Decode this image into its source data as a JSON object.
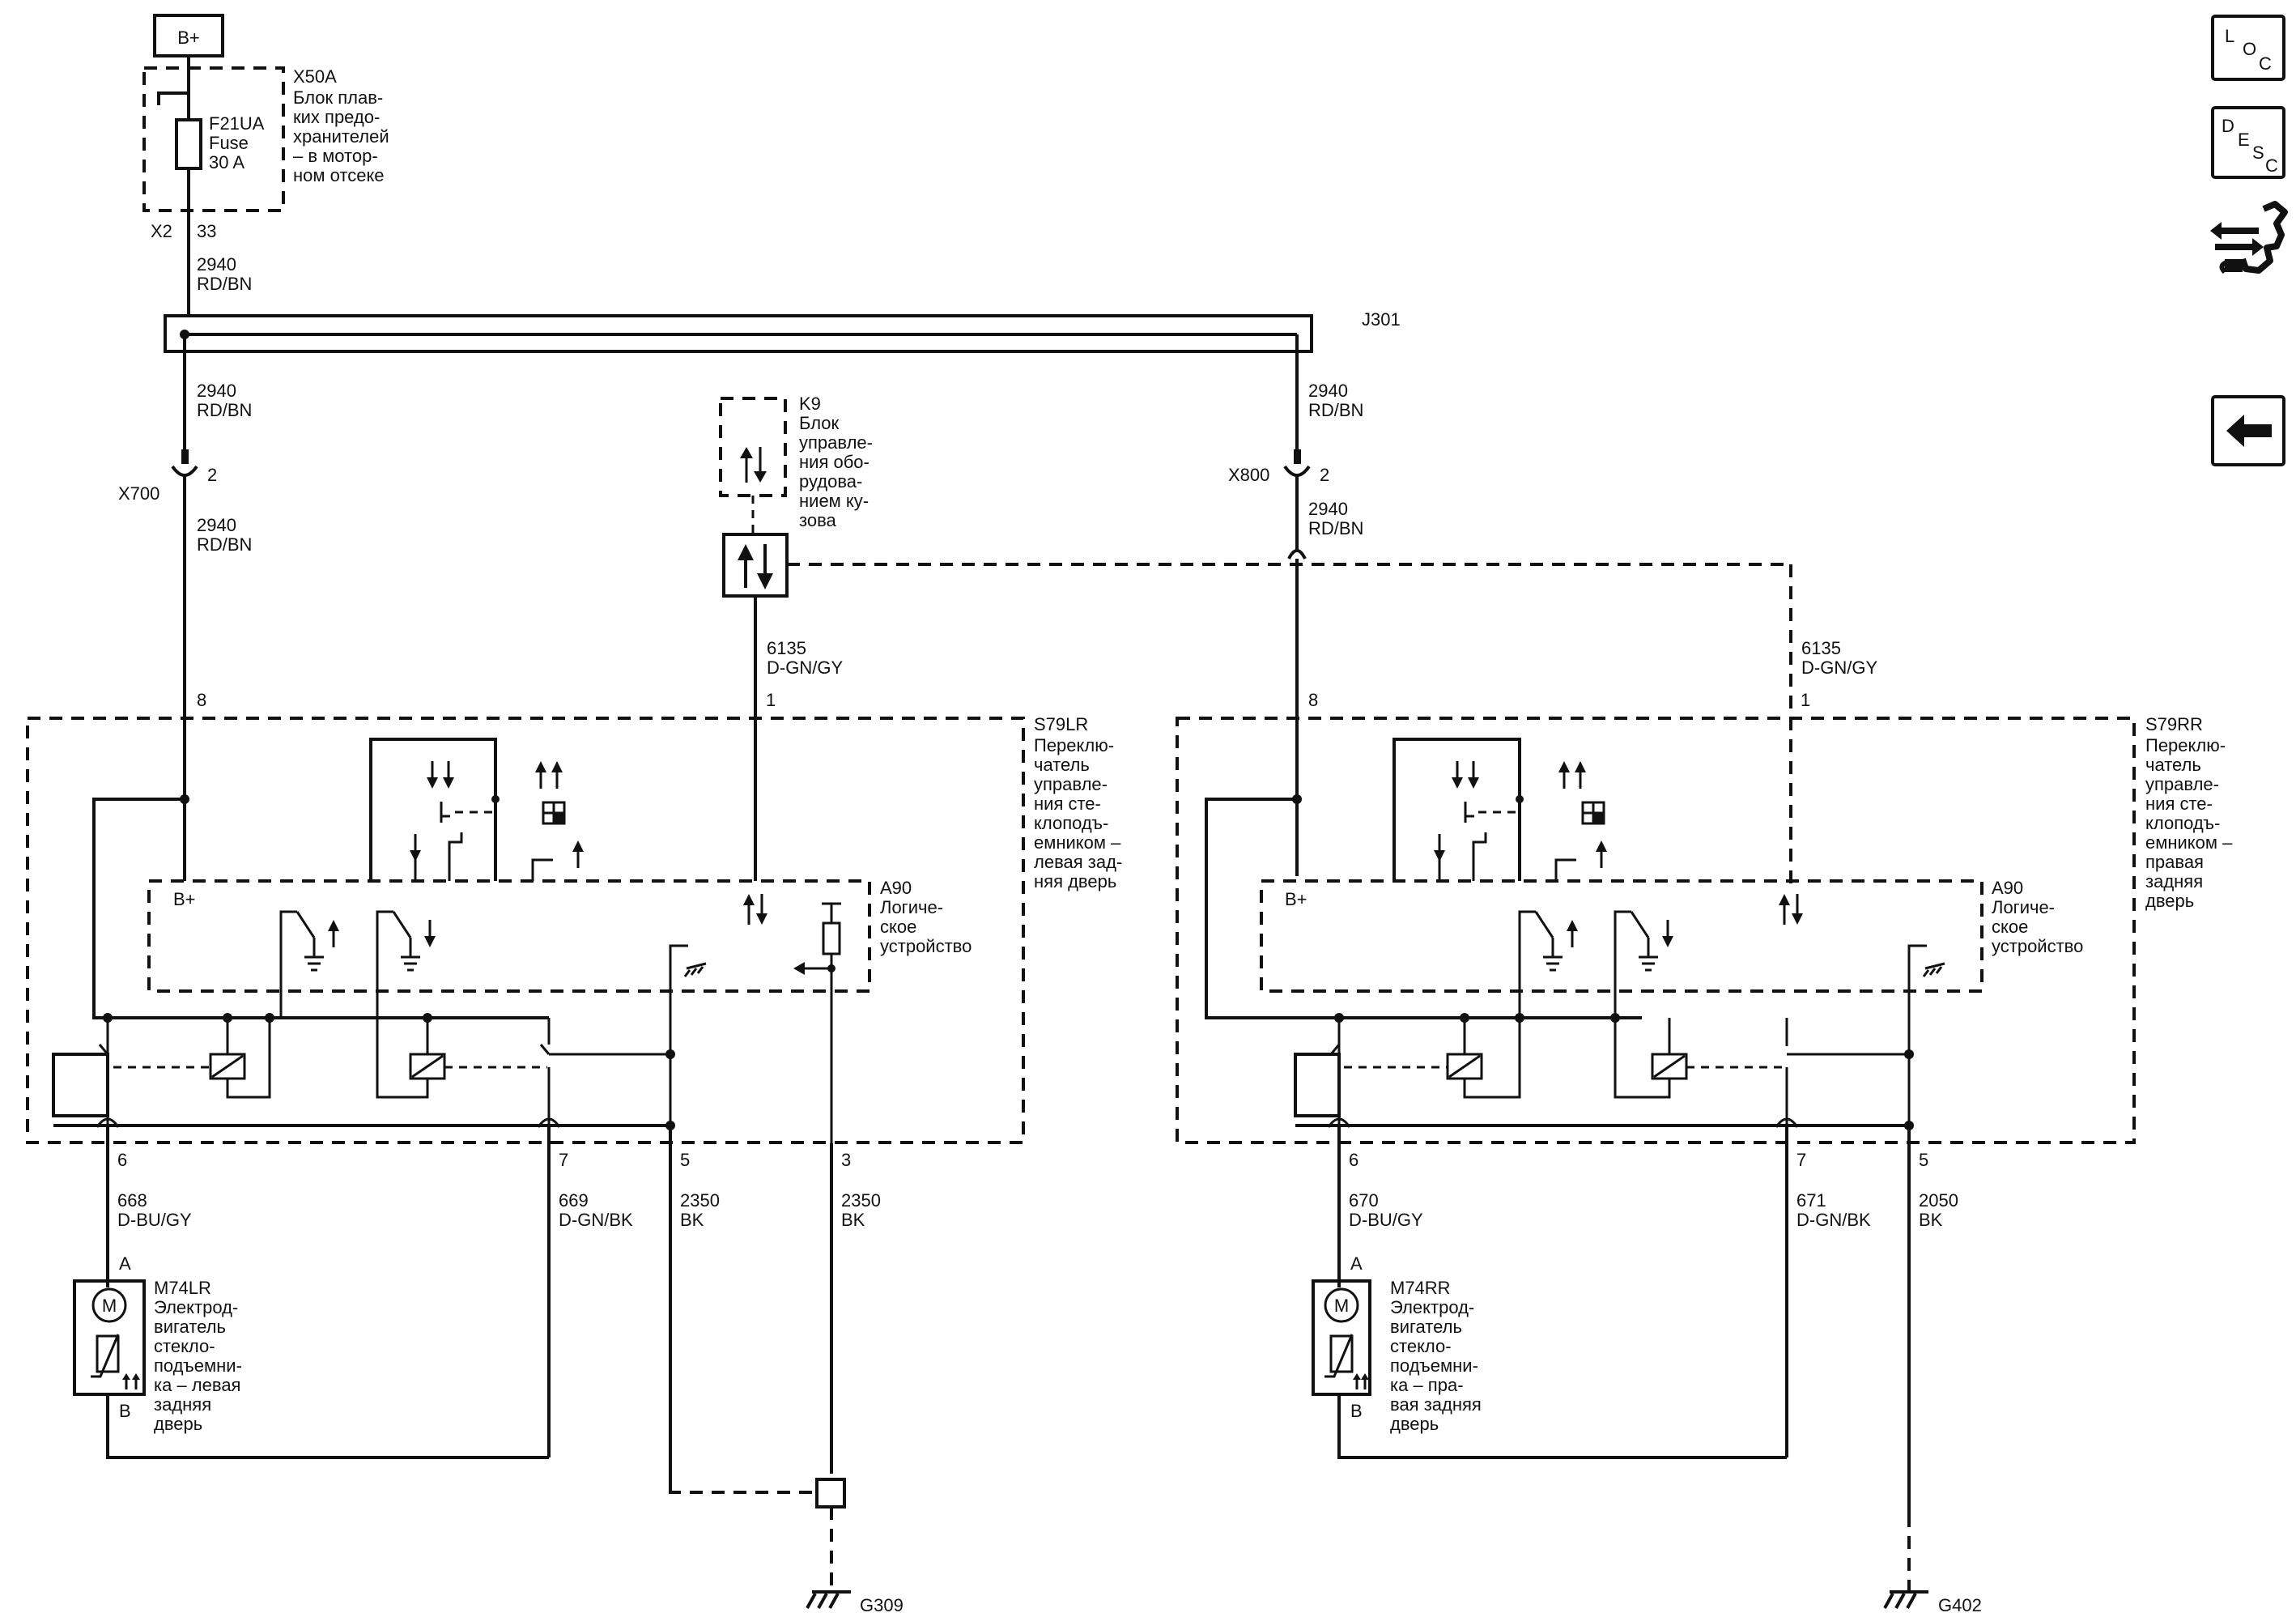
{
  "power": {
    "supply": "B+"
  },
  "fuse_block": {
    "id": "X50A",
    "desc": [
      "Блок плав-",
      "ких предо-",
      "хранителей",
      "– в мотор-",
      "ном отсеке"
    ],
    "fuse": [
      "F21UA",
      "Fuse",
      "30 A"
    ],
    "conn": "X2",
    "pin": "33"
  },
  "wires": {
    "feed": [
      "2940",
      "RD/BN"
    ],
    "signal": [
      "6135",
      "D-GN/GY"
    ],
    "lr_m_a": [
      "668",
      "D-BU/GY"
    ],
    "lr_m_b": [
      "669",
      "D-GN/BK"
    ],
    "lr_gnd5": [
      "2350",
      "BK"
    ],
    "lr_gnd3": [
      "2350",
      "BK"
    ],
    "rr_m_a": [
      "670",
      "D-BU/GY"
    ],
    "rr_m_b": [
      "671",
      "D-GN/BK"
    ],
    "rr_gnd5": [
      "2050",
      "BK"
    ]
  },
  "splice": {
    "id": "J301"
  },
  "inline": {
    "left": {
      "id": "X700",
      "pin": "2"
    },
    "right": {
      "id": "X800",
      "pin": "2"
    }
  },
  "bcm": {
    "id": "K9",
    "desc": [
      "Блок",
      "управле-",
      "ния обо-",
      "рудова-",
      "нием ку-",
      "зова"
    ]
  },
  "switch_lr": {
    "id": "S79LR",
    "desc": [
      "Переклю-",
      "чатель",
      "управле-",
      "ния сте-",
      "клоподъ-",
      "емником –",
      "левая зад-",
      "няя дверь"
    ],
    "pins": {
      "b": "8",
      "sig": "1",
      "ma": "6",
      "mb": "7",
      "g5": "5",
      "g3": "3"
    }
  },
  "switch_rr": {
    "id": "S79RR",
    "desc": [
      "Переклю-",
      "чатель",
      "управле-",
      "ния сте-",
      "клоподъ-",
      "емником –",
      "правая",
      "задняя",
      "дверь"
    ],
    "pins": {
      "b": "8",
      "sig": "1",
      "ma": "6",
      "mb": "7",
      "g5": "5"
    }
  },
  "logic": {
    "id": "A90",
    "desc": [
      "Логиче-",
      "ское",
      "устройство"
    ],
    "bplus": "B+"
  },
  "motor_lr": {
    "id": "M74LR",
    "desc": [
      "Электрод-",
      "вигатель",
      "стекло-",
      "подъемни-",
      "ка – левая",
      "задняя",
      "дверь"
    ],
    "pa": "A",
    "pb": "B",
    "sym": "M"
  },
  "motor_rr": {
    "id": "M74RR",
    "desc": [
      "Электрод-",
      "вигатель",
      "стекло-",
      "подъемни-",
      "ка – пра-",
      "вая задняя",
      "дверь"
    ],
    "pa": "A",
    "pb": "B",
    "sym": "M"
  },
  "grounds": {
    "left": "G309",
    "right": "G402"
  },
  "nav": {
    "loc": [
      "L",
      "O",
      "C"
    ],
    "desc": [
      "D",
      "E",
      "S",
      "C"
    ],
    "connector_icon": "connector-icon",
    "back_icon": "arrow-left-icon"
  }
}
